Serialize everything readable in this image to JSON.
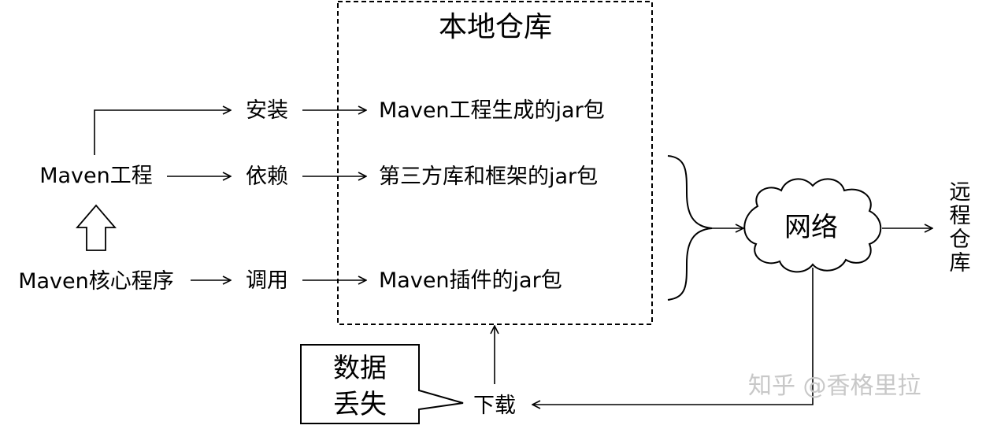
{
  "local_repo": {
    "title": "本地仓库"
  },
  "maven_project": "Maven工程",
  "maven_core": "Maven核心程序",
  "actions": {
    "install": "安装",
    "depend": "依赖",
    "invoke": "调用"
  },
  "jars": {
    "project_jar": "Maven工程生成的jar包",
    "third_party_jar": "第三方库和框架的jar包",
    "plugin_jar": "Maven插件的jar包"
  },
  "network": "网络",
  "remote_repo": [
    "远",
    "程",
    "仓",
    "库"
  ],
  "download": "下载",
  "callout": {
    "line1": "数据",
    "line2": "丢失"
  },
  "watermark": "知乎 @香格里拉"
}
